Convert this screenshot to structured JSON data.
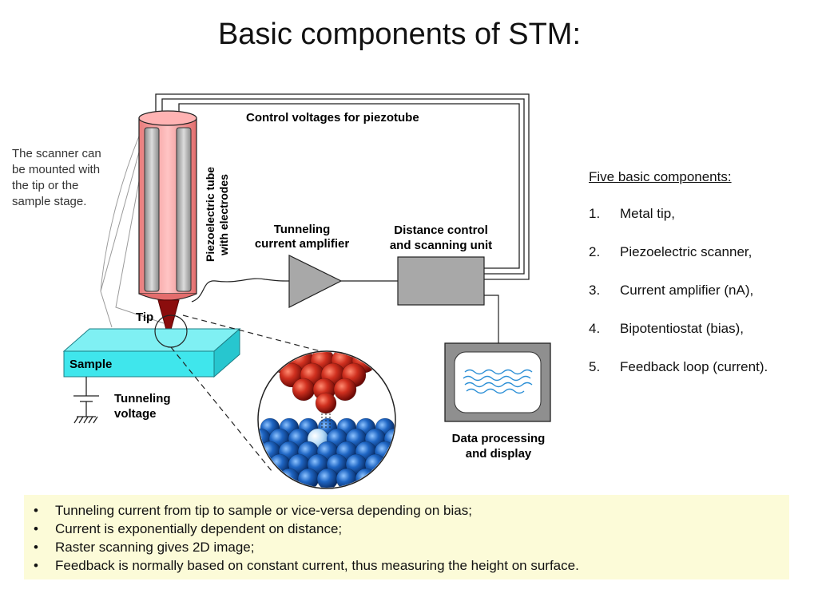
{
  "title": "Basic components of STM:",
  "side_note": "The scanner can be mounted with the tip or the sample stage.",
  "diagram": {
    "control_voltage_label": "Control voltages for piezotube",
    "piezo_label_line1": "Piezoelectric tube",
    "piezo_label_line2": "with electrodes",
    "amplifier_label_line1": "Tunneling",
    "amplifier_label_line2": "current amplifier",
    "distance_label_line1": "Distance control",
    "distance_label_line2": "and scanning unit",
    "tip_label": "Tip",
    "sample_label": "Sample",
    "voltage_label_line1": "Tunneling",
    "voltage_label_line2": "voltage",
    "display_label_line1": "Data processing",
    "display_label_line2": "and display"
  },
  "components": {
    "heading": "Five basic components:",
    "items": [
      {
        "num": "1.",
        "text": "Metal tip,"
      },
      {
        "num": "2.",
        "text": "Piezoelectric scanner,"
      },
      {
        "num": "3.",
        "text": "Current amplifier (nA),"
      },
      {
        "num": "4.",
        "text": "Bipotentiostat (bias),"
      },
      {
        "num": "5.",
        "text": "Feedback loop (current)."
      }
    ]
  },
  "summary": {
    "bullet": "•",
    "items": [
      "Tunneling current from tip to sample or vice-versa depending on bias;",
      "Current is exponentially dependent on distance;",
      "Raster scanning gives 2D image;",
      "Feedback is normally based on constant current, thus measuring the height on surface."
    ]
  },
  "colors": {
    "piezo_tube": "#f29a9a",
    "tip": "#8b0d0d",
    "sample": "#3fe6ec",
    "box_gray": "#a8a8a8",
    "summary_bg": "#fcfbd8",
    "tip_atoms": "#c0241a",
    "sample_atoms": "#1a5fb0"
  }
}
